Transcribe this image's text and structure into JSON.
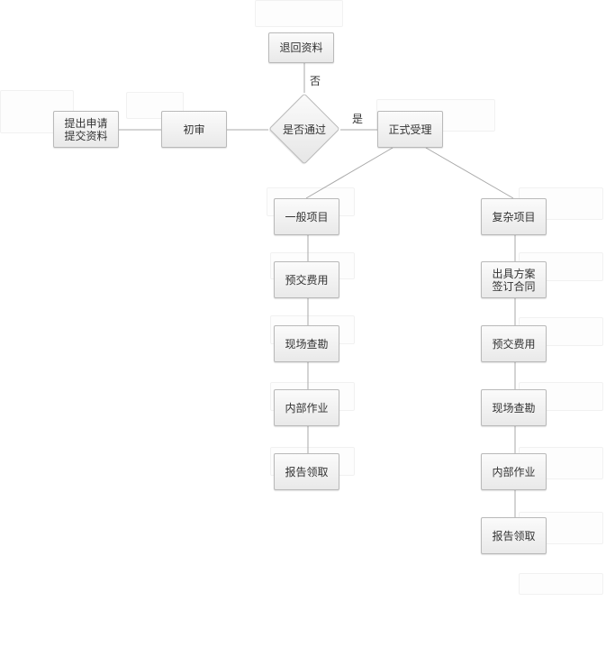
{
  "nodes": {
    "submit": "提出申请\n提交资料",
    "review": "初审",
    "decision": "是否通过",
    "return_docs": "退回资料",
    "accept": "正式受理",
    "general": "一般项目",
    "general_prepay": "预交费用",
    "general_survey": "现场查勘",
    "general_work": "内部作业",
    "general_report": "报告领取",
    "complex": "复杂项目",
    "complex_plan": "出具方案\n签订合同",
    "complex_prepay": "预交费用",
    "complex_survey": "现场查勘",
    "complex_work": "内部作业",
    "complex_report": "报告领取"
  },
  "edge_labels": {
    "no": "否",
    "yes": "是"
  }
}
